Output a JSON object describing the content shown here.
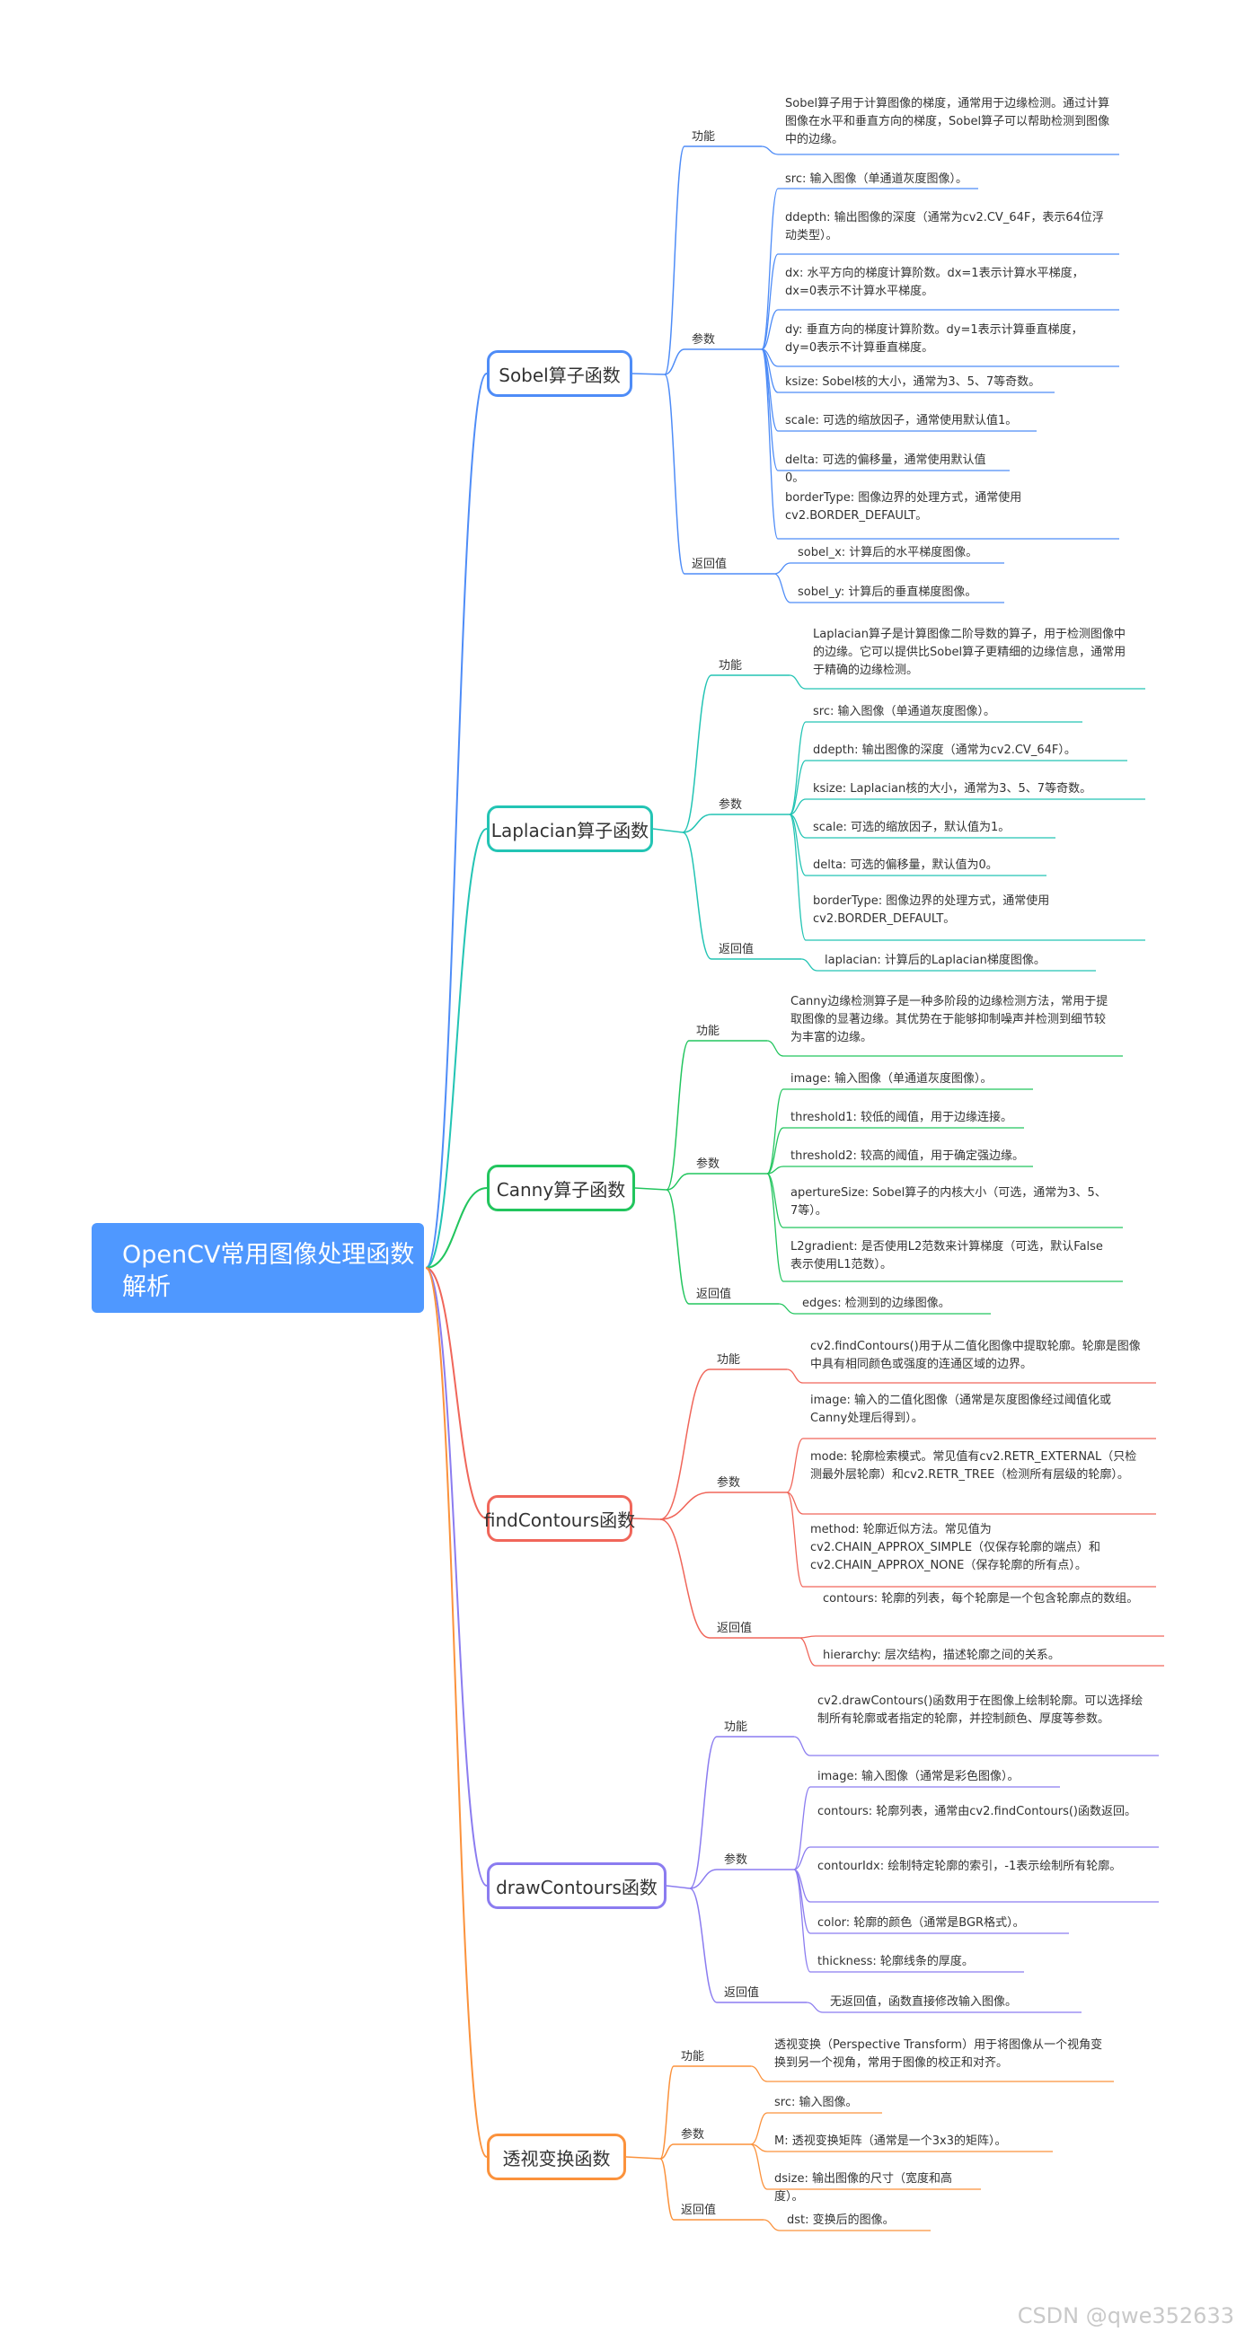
{
  "root": {
    "title": "OpenCV常用图像处理函数解析"
  },
  "branches": [
    {
      "label": "Sobel算子函数",
      "color": "#4e8cf7",
      "categories": [
        {
          "label": "功能",
          "items": [
            "Sobel算子用于计算图像的梯度，通常用于边缘检测。通过计算图像在水平和垂直方向的梯度，Sobel算子可以帮助检测到图像中的边缘。"
          ]
        },
        {
          "label": "参数",
          "items": [
            "src: 输入图像（单通道灰度图像）。",
            "ddepth: 输出图像的深度（通常为cv2.CV_64F，表示64位浮动类型）。",
            "dx: 水平方向的梯度计算阶数。dx=1表示计算水平梯度，dx=0表示不计算水平梯度。",
            "dy: 垂直方向的梯度计算阶数。dy=1表示计算垂直梯度，dy=0表示不计算垂直梯度。",
            "ksize: Sobel核的大小，通常为3、5、7等奇数。",
            "scale: 可选的缩放因子，通常使用默认值1。",
            "delta: 可选的偏移量，通常使用默认值0。",
            "borderType: 图像边界的处理方式，通常使用cv2.BORDER_DEFAULT。"
          ]
        },
        {
          "label": "返回值",
          "items": [
            "sobel_x: 计算后的水平梯度图像。",
            "sobel_y: 计算后的垂直梯度图像。"
          ]
        }
      ]
    },
    {
      "label": "Laplacian算子函数",
      "color": "#23c4b4",
      "categories": [
        {
          "label": "功能",
          "items": [
            "Laplacian算子是计算图像二阶导数的算子，用于检测图像中的边缘。它可以提供比Sobel算子更精细的边缘信息，通常用于精确的边缘检测。"
          ]
        },
        {
          "label": "参数",
          "items": [
            "src: 输入图像（单通道灰度图像）。",
            "ddepth: 输出图像的深度（通常为cv2.CV_64F）。",
            "ksize: Laplacian核的大小，通常为3、5、7等奇数。",
            "scale: 可选的缩放因子，默认值为1。",
            "delta: 可选的偏移量，默认值为0。",
            "borderType: 图像边界的处理方式，通常使用cv2.BORDER_DEFAULT。"
          ]
        },
        {
          "label": "返回值",
          "items": [
            "laplacian: 计算后的Laplacian梯度图像。"
          ]
        }
      ]
    },
    {
      "label": "Canny算子函数",
      "color": "#22c55e",
      "categories": [
        {
          "label": "功能",
          "items": [
            "Canny边缘检测算子是一种多阶段的边缘检测方法，常用于提取图像的显著边缘。其优势在于能够抑制噪声并检测到细节较为丰富的边缘。"
          ]
        },
        {
          "label": "参数",
          "items": [
            "image: 输入图像（单通道灰度图像）。",
            "threshold1: 较低的阈值，用于边缘连接。",
            "threshold2: 较高的阈值，用于确定强边缘。",
            "apertureSize: Sobel算子的内核大小（可选，通常为3、5、7等）。",
            "L2gradient: 是否使用L2范数来计算梯度（可选，默认False表示使用L1范数）。"
          ]
        },
        {
          "label": "返回值",
          "items": [
            "edges: 检测到的边缘图像。"
          ]
        }
      ]
    },
    {
      "label": "findContours函数",
      "color": "#f0665a",
      "categories": [
        {
          "label": "功能",
          "items": [
            "cv2.findContours()用于从二值化图像中提取轮廓。轮廓是图像中具有相同颜色或强度的连通区域的边界。"
          ]
        },
        {
          "label": "参数",
          "items": [
            "image: 输入的二值化图像（通常是灰度图像经过阈值化或Canny处理后得到）。",
            "mode: 轮廓检索模式。常见值有cv2.RETR_EXTERNAL（只检测最外层轮廓）和cv2.RETR_TREE（检测所有层级的轮廓）。",
            "method: 轮廓近似方法。常见值为cv2.CHAIN_APPROX_SIMPLE（仅保存轮廓的端点）和cv2.CHAIN_APPROX_NONE（保存轮廓的所有点）。"
          ]
        },
        {
          "label": "返回值",
          "items": [
            "contours: 轮廓的列表，每个轮廓是一个包含轮廓点的数组。",
            "hierarchy: 层次结构，描述轮廓之间的关系。"
          ]
        }
      ]
    },
    {
      "label": "drawContours函数",
      "color": "#8b7cf0",
      "categories": [
        {
          "label": "功能",
          "items": [
            "cv2.drawContours()函数用于在图像上绘制轮廓。可以选择绘制所有轮廓或者指定的轮廓，并控制颜色、厚度等参数。"
          ]
        },
        {
          "label": "参数",
          "items": [
            "image: 输入图像（通常是彩色图像）。",
            "contours: 轮廓列表，通常由cv2.findContours()函数返回。",
            "contourIdx: 绘制特定轮廓的索引，-1表示绘制所有轮廓。",
            "color: 轮廓的颜色（通常是BGR格式）。",
            "thickness: 轮廓线条的厚度。"
          ]
        },
        {
          "label": "返回值",
          "items": [
            "无返回值，函数直接修改输入图像。"
          ]
        }
      ]
    },
    {
      "label": "透视变换函数",
      "color": "#fb923c",
      "categories": [
        {
          "label": "功能",
          "items": [
            "透视变换（Perspective Transform）用于将图像从一个视角变换到另一个视角，常用于图像的校正和对齐。"
          ]
        },
        {
          "label": "参数",
          "items": [
            "src: 输入图像。",
            "M: 透视变换矩阵（通常是一个3x3的矩阵）。",
            "dsize: 输出图像的尺寸（宽度和高度）。"
          ]
        },
        {
          "label": "返回值",
          "items": [
            "dst: 变换后的图像。"
          ]
        }
      ]
    }
  ],
  "watermark": "CSDN @qwe352633"
}
